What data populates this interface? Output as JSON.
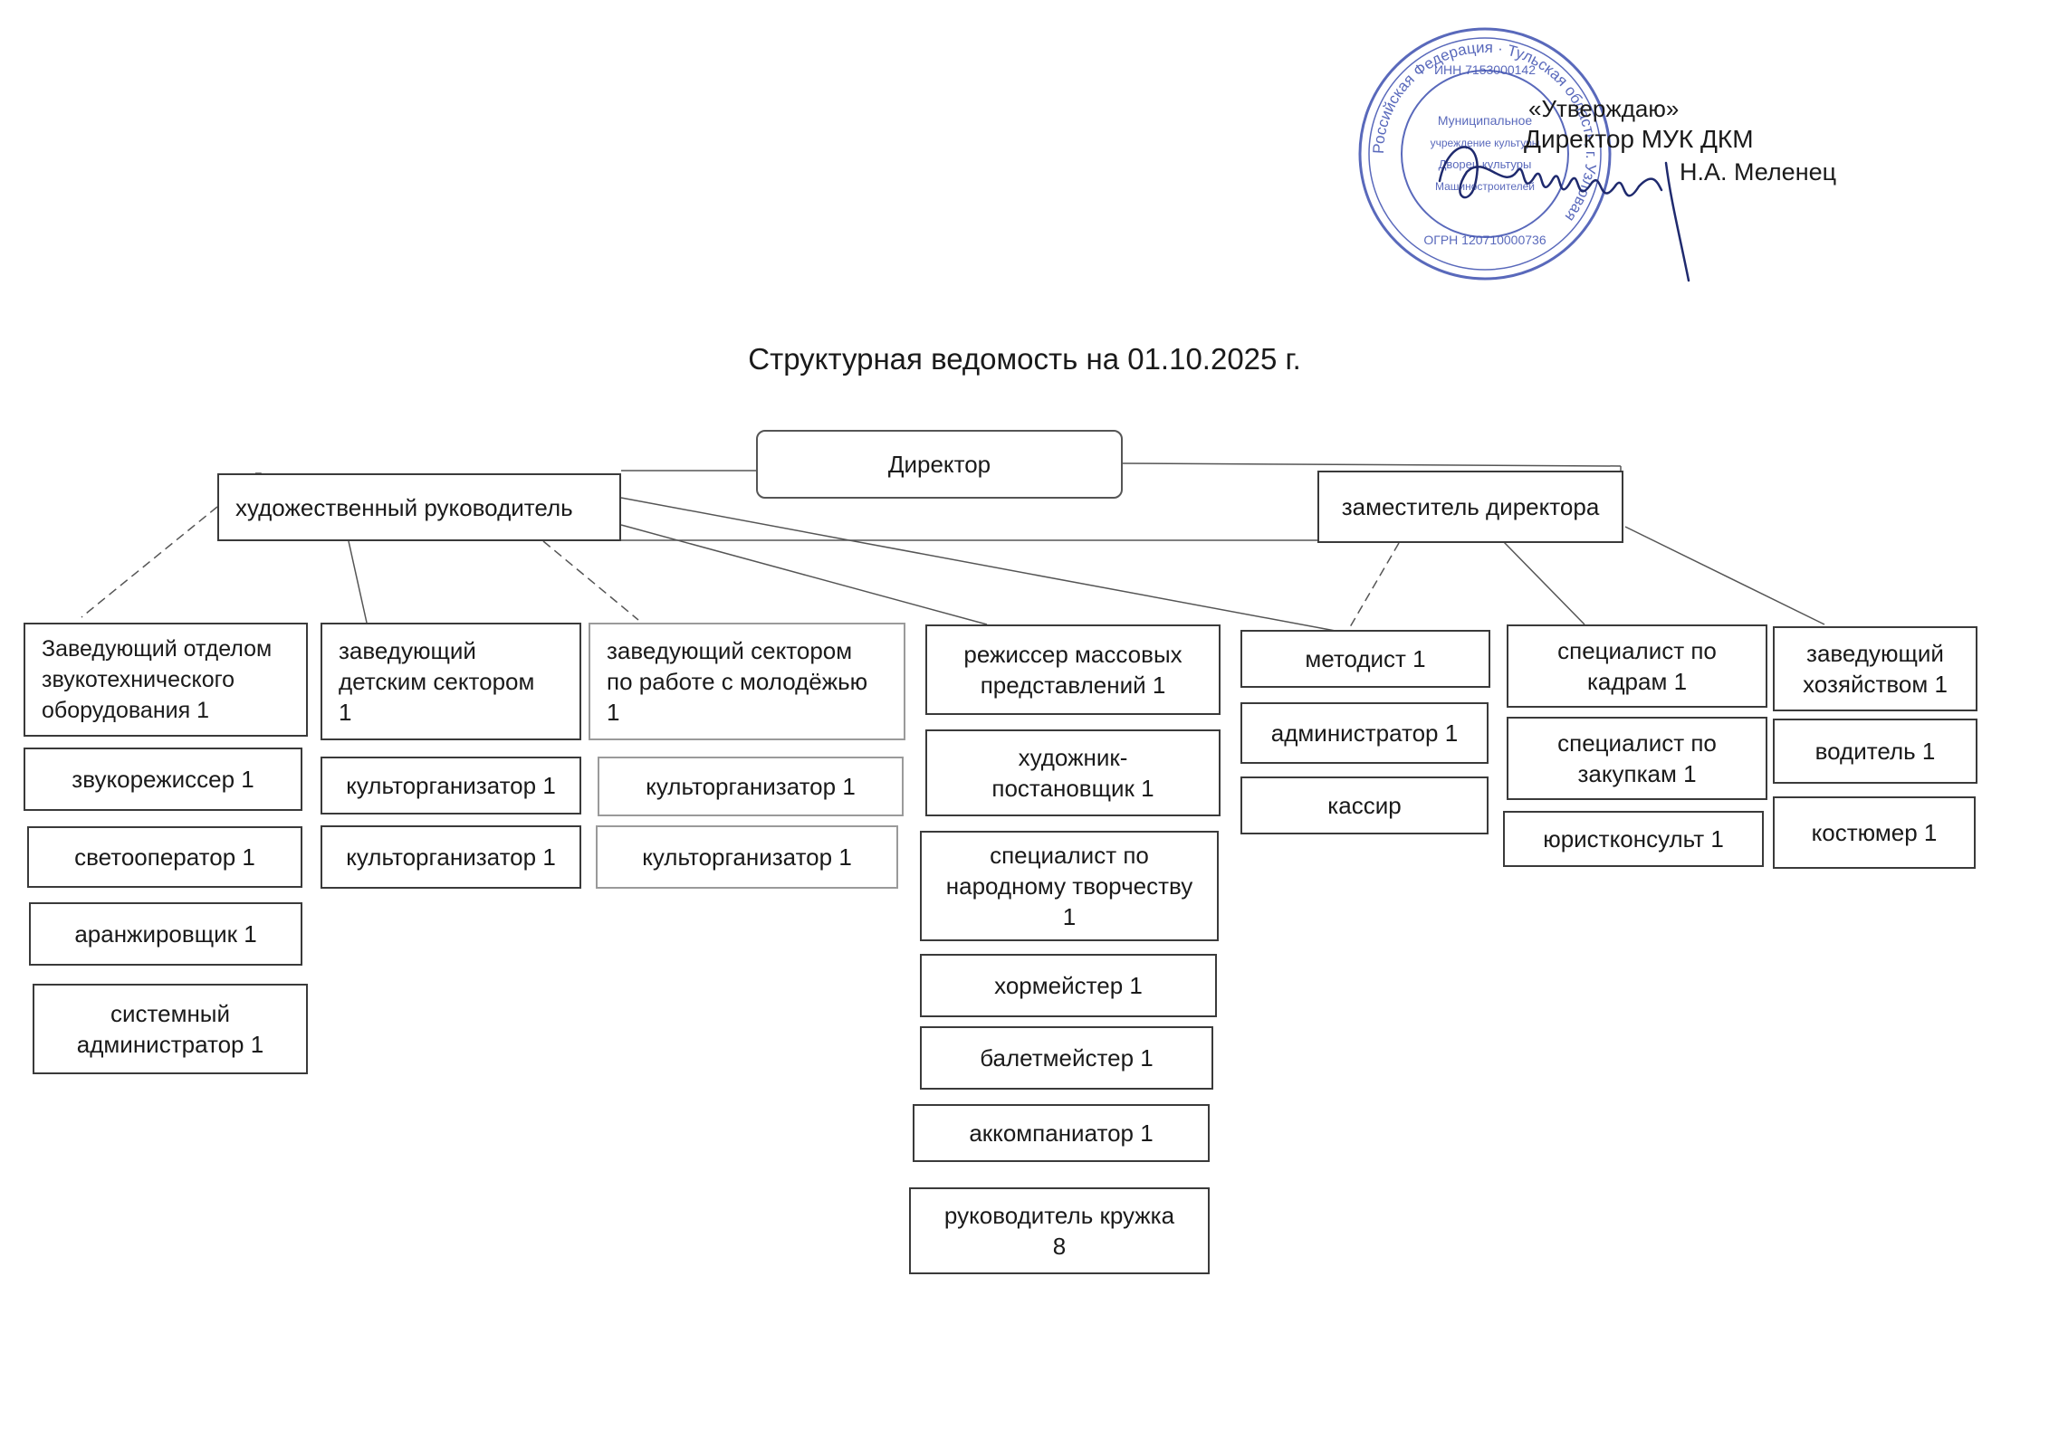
{
  "approval": {
    "line1": "«Утверждаю»",
    "line2": "Директор МУК ДКМ",
    "line3": "Н.А. Меленец"
  },
  "stamp": {
    "outer_text": "Российская Федерация · Тульская область, г. Узловая",
    "inn": "ИНН 7153000142",
    "ogrn": "ОГРН 120710000736",
    "inner_lines": [
      "Муниципальное",
      "учреждение культуры",
      "Дворец культуры",
      "Машиностроителей"
    ],
    "color": "#3d4fb0"
  },
  "title": "Структурная ведомость на 01.10.2025 г.",
  "org": {
    "director": "Директор",
    "art_director": "художественный руководитель",
    "deputy": "заместитель директора",
    "columns": [
      {
        "head": "Заведующий отделом\nзвукотехнического\nоборудования    1",
        "items": [
          "звукорежиссер 1",
          "светооператор 1",
          "аранжировщик 1",
          "системный\nадминистратор 1"
        ]
      },
      {
        "head": "заведующий\nдетским сектором\n1",
        "items": [
          "культорганизатор 1",
          "культорганизатор 1"
        ]
      },
      {
        "head": "заведующий сектором\nпо работе с молодёжью\n1",
        "items": [
          "культорганизатор 1",
          "культорганизатор 1"
        ]
      },
      {
        "head": "режиссер массовых\nпредставлений 1",
        "items": [
          "художник-\nпостановщик 1",
          "специалист по\nнародному творчеству\n1",
          "хормейстер 1",
          "балетмейстер 1",
          "аккомпаниатор 1",
          "руководитель кружка\n8"
        ]
      },
      {
        "head": "методист 1",
        "items": [
          "администратор 1",
          "кассир"
        ]
      },
      {
        "head": "специалист по\nкадрам 1",
        "items": [
          "специалист по\nзакупкам  1",
          "юристконсульт 1"
        ]
      },
      {
        "head": "заведующий\nхозяйством 1",
        "items": [
          "водитель 1",
          "костюмер 1"
        ]
      }
    ]
  }
}
